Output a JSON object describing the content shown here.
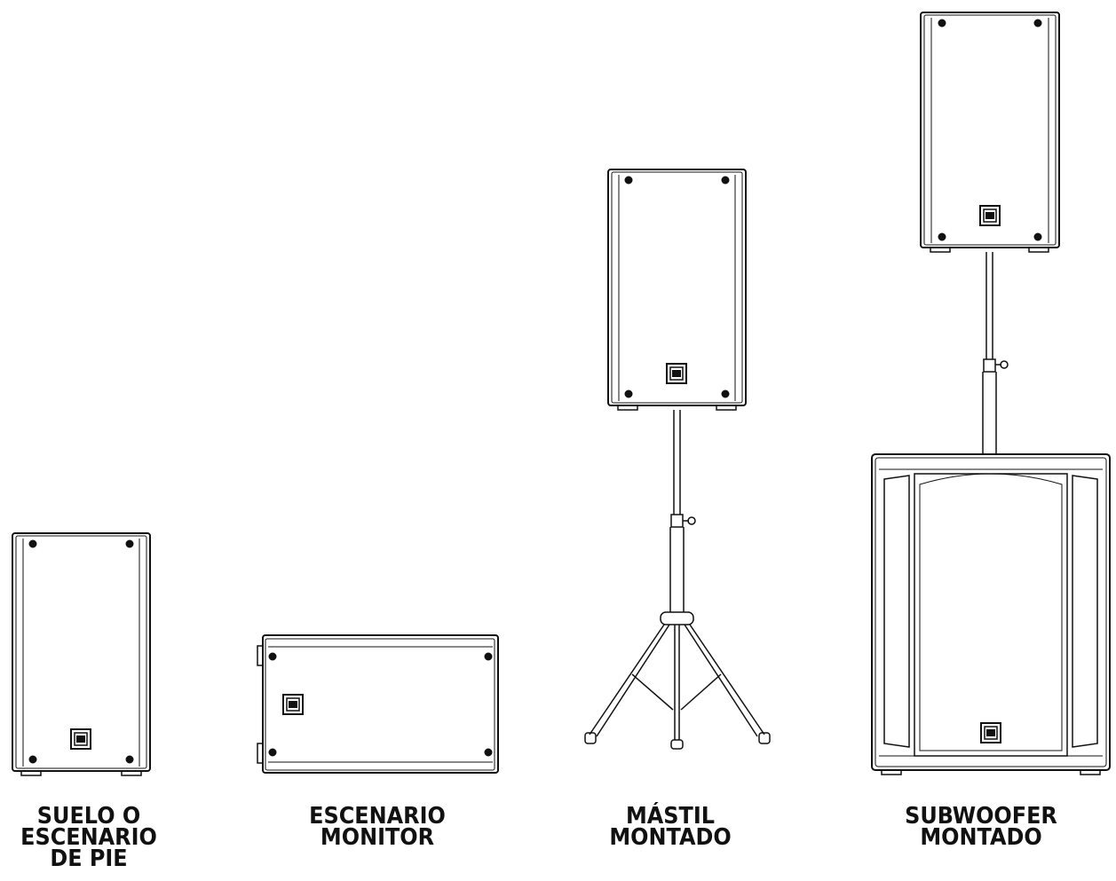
{
  "configurations": [
    {
      "id": "floor",
      "lines": [
        "SUELO O",
        "ESCENARIO",
        "DE PIE"
      ]
    },
    {
      "id": "monitor",
      "lines": [
        "ESCENARIO",
        "MONITOR"
      ]
    },
    {
      "id": "mast",
      "lines": [
        "MÁSTIL",
        "MONTADO"
      ]
    },
    {
      "id": "sub",
      "lines": [
        "SUBWOOFER",
        "MONTADO"
      ]
    }
  ],
  "colors": {
    "stroke": "#111111",
    "background": "#ffffff"
  }
}
